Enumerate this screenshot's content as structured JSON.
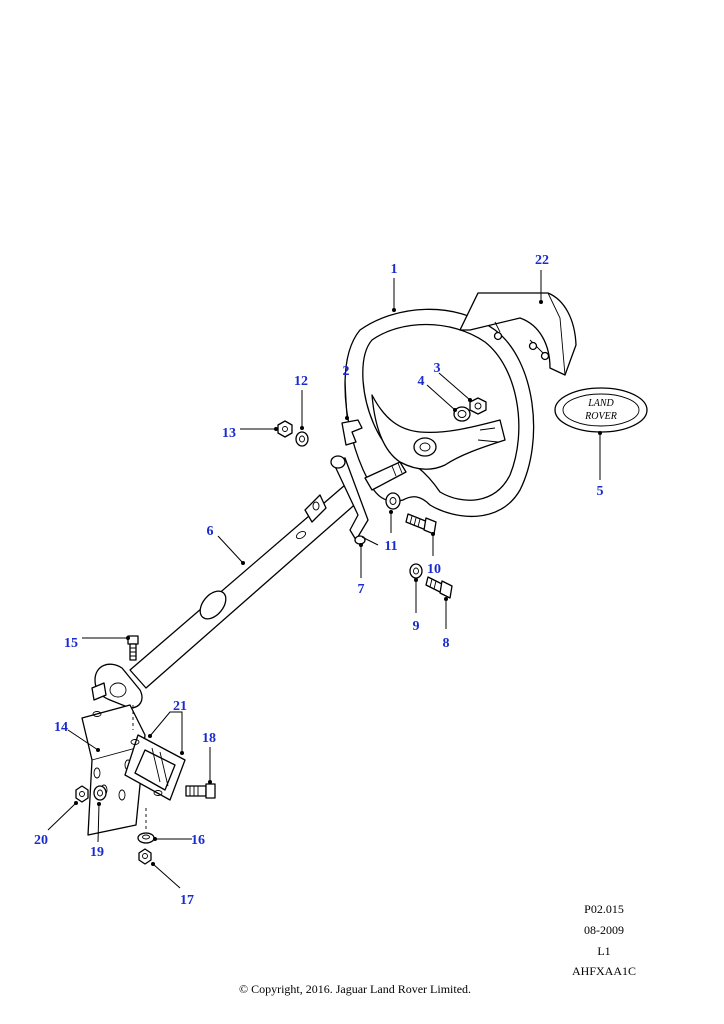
{
  "callouts": {
    "c1": "1",
    "c2": "2",
    "c3": "3",
    "c4": "4",
    "c5": "5",
    "c6": "6",
    "c7": "7",
    "c8": "8",
    "c9": "9",
    "c10": "10",
    "c11": "11",
    "c12": "12",
    "c13": "13",
    "c14": "14",
    "c15": "15",
    "c16": "16",
    "c17": "17",
    "c18": "18",
    "c19": "19",
    "c20": "20",
    "c21": "21",
    "c22": "22"
  },
  "badge": {
    "line1": "LAND",
    "line2": "ROVER"
  },
  "footer": {
    "ref": "P02.015",
    "date": "08-2009",
    "level": "L1",
    "code": "AHFXAA1C",
    "copyright": "© Copyright, 2016. Jaguar Land Rover Limited."
  },
  "colors": {
    "callout": "#1a2bd0",
    "line": "#000000",
    "background": "#ffffff"
  }
}
